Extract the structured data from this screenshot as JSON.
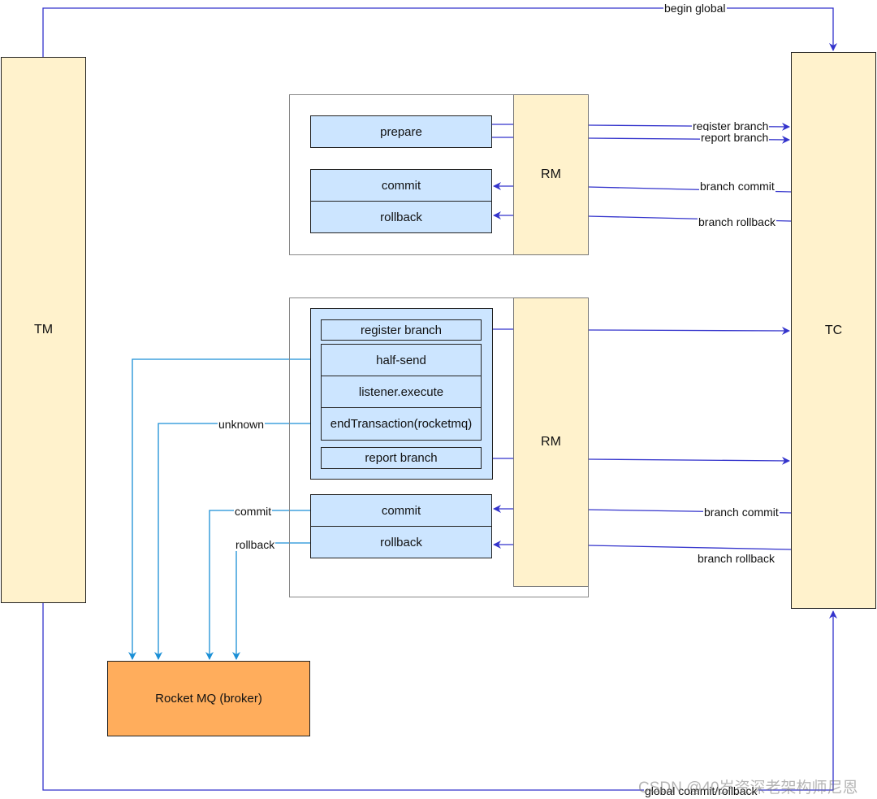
{
  "actors": {
    "tm": "TM",
    "tc": "TC",
    "broker": "Rocket MQ (broker)"
  },
  "group1": {
    "rm": "RM",
    "prepare": "prepare",
    "commit": "commit",
    "rollback": "rollback"
  },
  "group2": {
    "rm": "RM",
    "register_branch": "register branch",
    "half_send": "half-send",
    "listener_execute": "listener.execute",
    "end_transaction": "endTransaction(rocketmq)",
    "report_branch": "report branch",
    "commit": "commit",
    "rollback": "rollback"
  },
  "edges": {
    "begin_global": "begin global",
    "global_commit_rollback": "global commit/rollback",
    "register_branch": "register branch",
    "report_branch": "report branch",
    "branch_commit": "branch commit",
    "branch_rollback": "branch rollback",
    "branch_commit_2": "branch commit",
    "branch_rollback_2": "branch rollback",
    "unknown": "unknown",
    "mq_commit": "commit",
    "mq_rollback": "rollback"
  },
  "colors": {
    "purple_arrow": "#3333cc",
    "blue_arrow": "#1a8fd6",
    "actor_fill": "#fff2cc",
    "op_fill": "#cce5ff",
    "broker_fill": "#ffad5c"
  },
  "watermark": "CSDN @40岁资深老架构师尼恩"
}
